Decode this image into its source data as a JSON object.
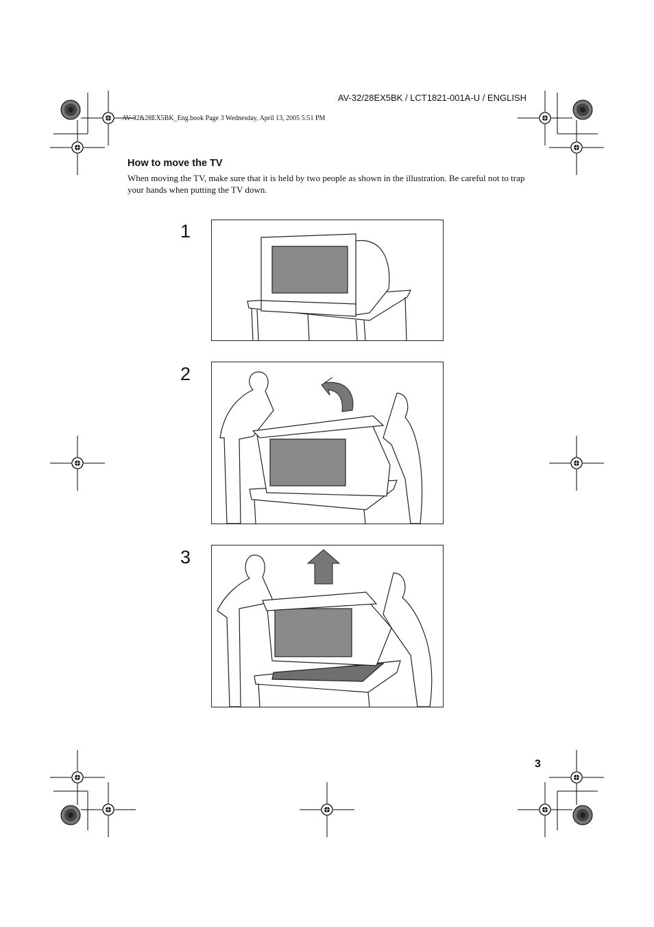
{
  "header": {
    "doc_id": "AV-32/28EX5BK / LCT1821-001A-U / ENGLISH",
    "book_line": "AV-32&28EX5BK_Eng.book  Page 3  Wednesday, April 13, 2005  5:51 PM"
  },
  "section": {
    "title": "How to move the TV",
    "body": "When moving the TV, make sure that it is held by two people as shown in the illustration. Be careful not to trap your hands when putting the TV down."
  },
  "steps": [
    {
      "number": "1",
      "illustration": "tv-on-table"
    },
    {
      "number": "2",
      "illustration": "two-people-tilting-tv"
    },
    {
      "number": "3",
      "illustration": "two-people-lifting-tv"
    }
  ],
  "footer": {
    "page_number": "3"
  },
  "colors": {
    "ink": "#222222",
    "screen": "#8a8a8a",
    "arrow": "#777777"
  }
}
